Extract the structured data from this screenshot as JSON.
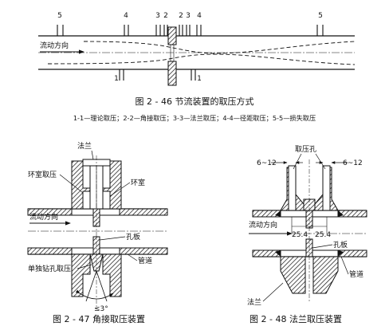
{
  "fig46": {
    "caption": "图 2 - 46   节流装置的取压方式",
    "legend": "1-1—理论取压；2-2—角接取压；3-3—法兰取压；4-4—径距取压；5-5—损失取压",
    "flow_label": "流动方向",
    "tap_labels_top": [
      "5",
      "4",
      "3",
      "2",
      "2",
      "3",
      "4",
      "5"
    ],
    "tap_labels_bottom": [
      "1",
      "1"
    ]
  },
  "fig47": {
    "caption": "图 2 - 47   角接取压装置",
    "labels": {
      "flange": "法兰",
      "annular_tapping": "环室取压",
      "annular_chamber": "环室",
      "flow": "流动方向",
      "orifice": "孔板",
      "single_hole": "单独钻孔取压",
      "pipe": "管道",
      "angle": "≤3°"
    }
  },
  "fig48": {
    "caption": "图 2 - 48   法兰取压装置",
    "labels": {
      "tap_hole": "取压孔",
      "dim_left": "6~12",
      "dim_right": "6~12",
      "flow": "流动方向",
      "dist_left": "25.4",
      "dist_right": "25.4",
      "orifice": "孔板",
      "pipe": "管道",
      "flange": "法兰"
    }
  }
}
